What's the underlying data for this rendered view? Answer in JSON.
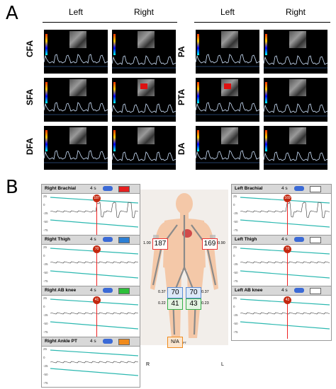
{
  "panelA": {
    "letter": "A",
    "columns": [
      "Left",
      "Right",
      "Left",
      "Right"
    ],
    "rows_left": [
      "CFA",
      "SFA",
      "DFA"
    ],
    "rows_right": [
      "PA",
      "PTA",
      "DA"
    ]
  },
  "panelB": {
    "letter": "B",
    "cards": [
      {
        "title": "Right Brachial",
        "time": "4 s",
        "swatch": "#e62020",
        "marker": "187",
        "ticks": [
          "25",
          "0",
          "-25",
          "-50",
          "-75"
        ]
      },
      {
        "title": "Right Thigh",
        "time": "4 s",
        "swatch": "#2c7fd4",
        "marker": "70",
        "ticks": [
          "25",
          "0",
          "-25",
          "-50",
          "-75"
        ]
      },
      {
        "title": "Right AB knee",
        "time": "4 s",
        "swatch": "#2dbf3a",
        "marker": "41",
        "ticks": [
          "25",
          "0",
          "-25",
          "-50",
          "-75"
        ]
      },
      {
        "title": "Right Ankle PT",
        "time": "4 s",
        "swatch": "#f08a1c",
        "marker": "",
        "ticks": [
          "25",
          "0",
          "-25",
          "-50",
          "-75"
        ]
      },
      {
        "title": "Left Brachial",
        "time": "4 s",
        "swatch": "#ffffff",
        "marker": "169",
        "ticks": [
          "25",
          "0",
          "-25",
          "-50",
          "-75"
        ]
      },
      {
        "title": "Left Thigh",
        "time": "4 s",
        "swatch": "#ffffff",
        "marker": "70",
        "ticks": [
          "25",
          "0",
          "-25",
          "-50",
          "-75"
        ]
      },
      {
        "title": "Left AB knee",
        "time": "4 s",
        "swatch": "#ffffff",
        "marker": "43",
        "ticks": [
          "25",
          "0",
          "-25",
          "-50",
          "-75"
        ]
      }
    ],
    "body": {
      "brachial_right": "187",
      "brachial_left": "169",
      "index_brachial_right": "1.00",
      "index_brachial_left": "0.90",
      "thigh_right": "70",
      "thigh_left": "70",
      "index_thigh_right": "0.37",
      "index_thigh_left": "0.37",
      "knee_right": "41",
      "knee_left": "43",
      "index_knee_right": "0.22",
      "index_knee_left": "0.23",
      "ankle_right": "N/A",
      "ankle_sub": "PT",
      "side_right": "R",
      "side_left": "L"
    }
  }
}
